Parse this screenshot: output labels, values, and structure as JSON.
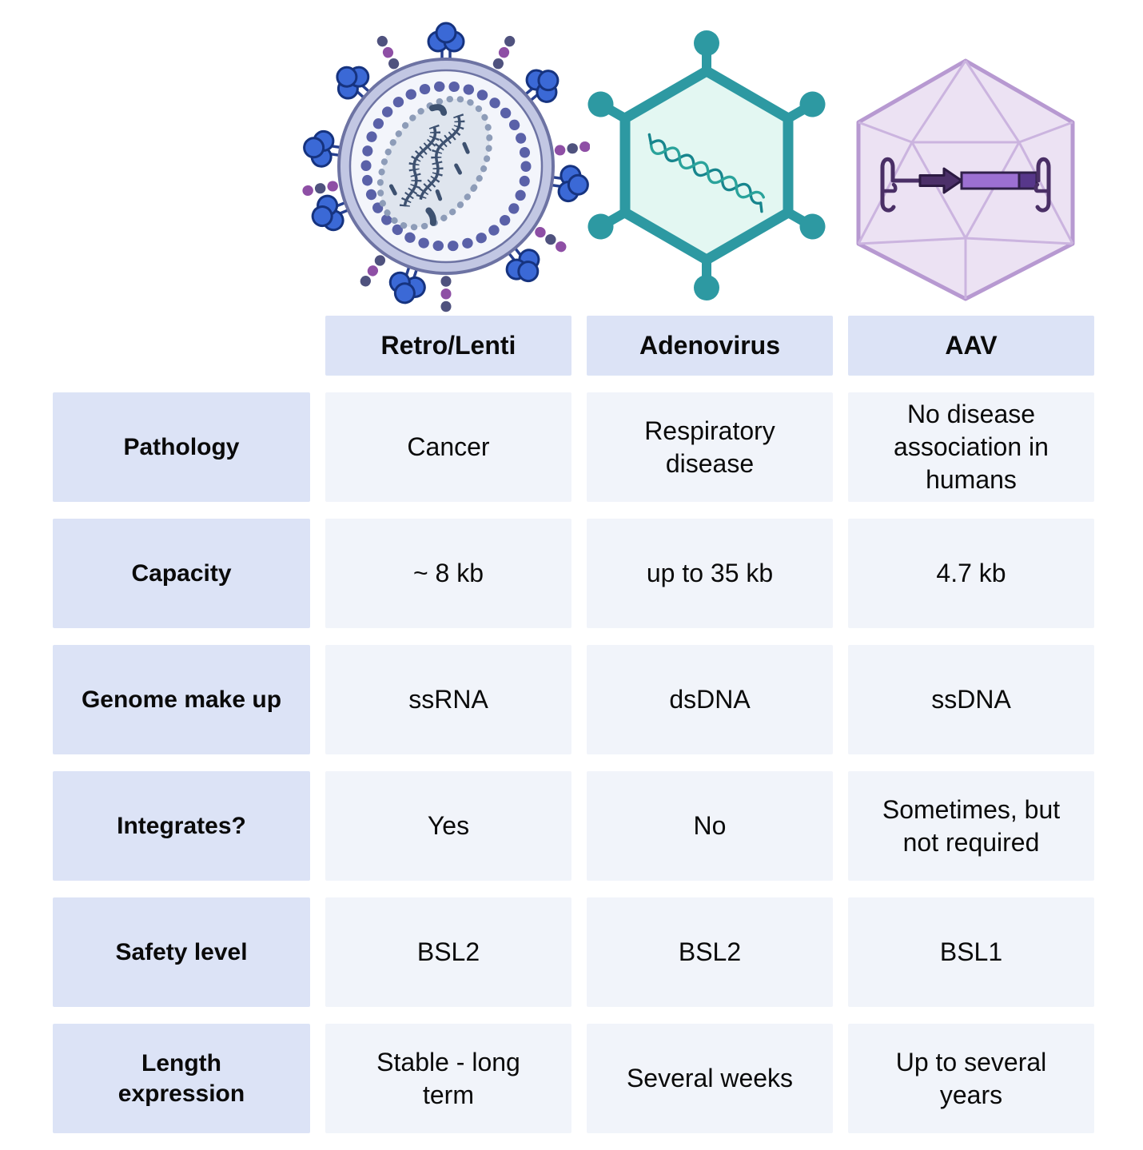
{
  "table": {
    "columns": [
      {
        "label": "Retro/Lenti",
        "icon": "retrovirus-lentivirus-icon"
      },
      {
        "label": "Adenovirus",
        "icon": "adenovirus-icon"
      },
      {
        "label": "AAV",
        "icon": "aav-icon"
      }
    ],
    "rows": [
      {
        "label": "Pathology",
        "values": [
          "Cancer",
          "Respiratory\ndisease",
          "No disease\nassociation in\nhumans"
        ]
      },
      {
        "label": "Capacity",
        "values": [
          "~ 8 kb",
          "up to 35 kb",
          "4.7 kb"
        ]
      },
      {
        "label": "Genome make up",
        "values": [
          "ssRNA",
          "dsDNA",
          "ssDNA"
        ]
      },
      {
        "label": "Integrates?",
        "values": [
          "Yes",
          "No",
          "Sometimes, but\nnot required"
        ]
      },
      {
        "label": "Safety level",
        "values": [
          "BSL2",
          "BSL2",
          "BSL1"
        ]
      },
      {
        "label": "Length\nexpression",
        "values": [
          "Stable - long\nterm",
          "Several weeks",
          "Up to several\nyears"
        ]
      }
    ]
  },
  "colors": {
    "header_bg": "#dce3f6",
    "row_label_bg": "#dce3f6",
    "data_cell_bg": "#f1f4fa",
    "text": "#0a0a0a",
    "retro_envelope_band": "#c2c7e3",
    "retro_envelope_edge": "#6d73a3",
    "retro_dot_ring": "#5a61a8",
    "retro_spike_blue": "#3b69d6",
    "retro_spike_outline": "#16337f",
    "retro_bead_purple": "#8e4fa5",
    "retro_bead_slate": "#4f527e",
    "retro_capsid_fill": "#dfe5ee",
    "retro_rna": "#3d5170",
    "adeno_teal": "#2d99a2",
    "adeno_fill": "#e3f7f2",
    "adeno_dna": "#17858d",
    "aav_shell_stroke": "#b799d1",
    "aav_shell_fill": "#ece2f3",
    "aav_inner_lines": "#cbb4df",
    "aav_cassette_dark": "#4a2f66",
    "aav_transgene": "#9c70d2",
    "aav_transgene_cap": "#57378a"
  }
}
